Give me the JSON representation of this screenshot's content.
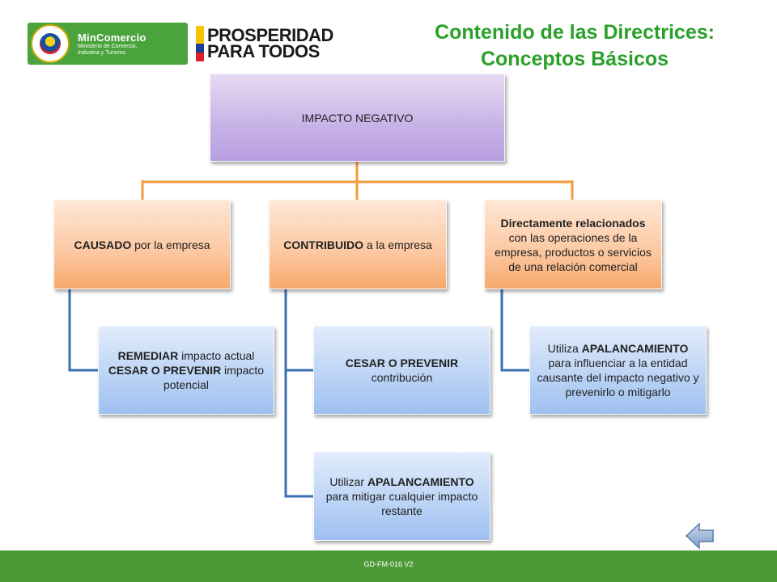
{
  "header": {
    "title_line1": "Contenido de las Directrices:",
    "title_line2": "Conceptos Básicos",
    "logo_mincomercio_title": "MinComercio",
    "logo_mincomercio_sub1": "Ministerio de Comercio,",
    "logo_mincomercio_sub2": "Industria y Turismo",
    "logo_prosperidad_line1": "PROSPERIDAD",
    "logo_prosperidad_line2": "PARA TODOS"
  },
  "diagram": {
    "root": "IMPACTO NEGATIVO",
    "branches": [
      {
        "bold": "CAUSADO",
        "rest": " por la empresa",
        "children": [
          {
            "bold1": "REMEDIAR",
            "text1": " impacto actual",
            "bold2": "CESAR O PREVENIR",
            "text2": "  impacto potencial"
          }
        ]
      },
      {
        "bold": "CONTRIBUIDO",
        "rest": " a la empresa",
        "children": [
          {
            "bold1": "CESAR O PREVENIR",
            "text1": "contribución"
          },
          {
            "text1": "Utilizar ",
            "bold1": "APALANCAMIENTO",
            "text2": "para mitigar cualquier impacto restante"
          }
        ]
      },
      {
        "bold": "Directamente relacionados",
        "rest": "con las operaciones de la empresa, productos o servicios de una relación comercial",
        "children": [
          {
            "text1": "Utiliza ",
            "bold1": "APALANCAMIENTO",
            "text2": "para influenciar a la entidad causante del impacto negativo y prevenirlo o mitigarlo"
          }
        ]
      }
    ]
  },
  "footer": {
    "code": "GD-FM-016 V2"
  },
  "colors": {
    "title": "#2aa02a",
    "footer": "#4b9a36",
    "orange_line": "#f39a3c",
    "blue_line": "#3d6fb5"
  }
}
